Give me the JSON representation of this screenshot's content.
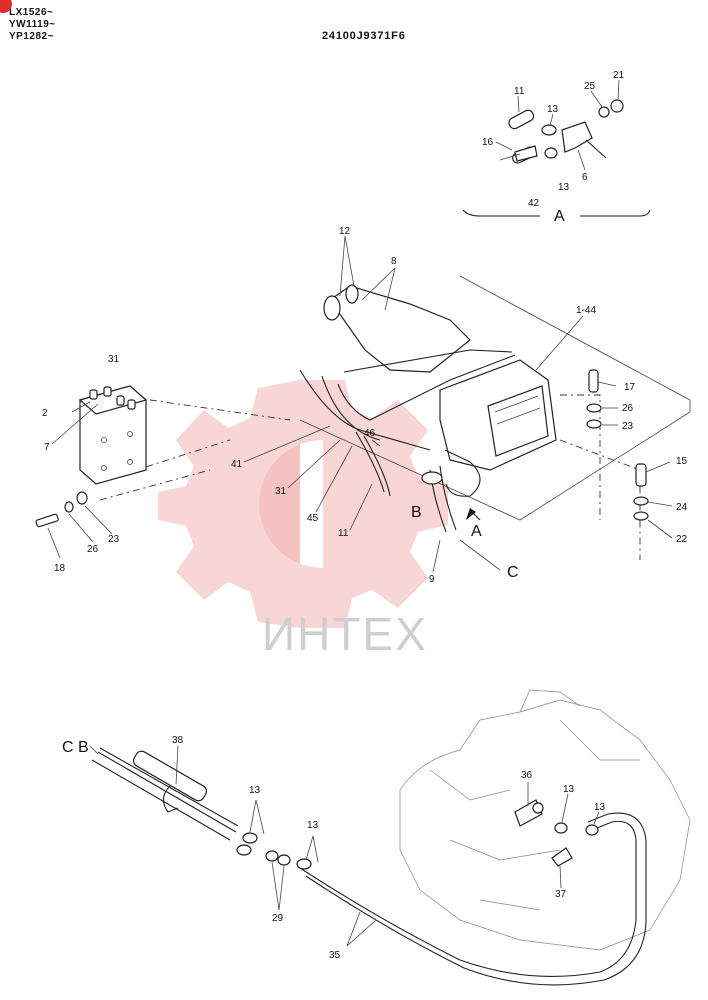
{
  "header": {
    "serial_lines": [
      "LX1526~",
      "YW1119~",
      "YP1282~"
    ],
    "part_code": "24100J9371F6"
  },
  "detail": {
    "title": "A",
    "part_number": "42"
  },
  "view_refs": {
    "b": "B",
    "a": "A",
    "c": "C",
    "cb": "C B"
  },
  "watermark": {
    "text": "ИНТЕХ"
  },
  "callouts": {
    "c11_top": "11",
    "c13_top": "13",
    "c25": "25",
    "c21": "21",
    "c16": "16",
    "c6": "6",
    "c13_detail": "13",
    "c12": "12",
    "c8": "8",
    "c1_44": "1-44",
    "c31_left": "31",
    "c2": "2",
    "c7": "7",
    "c17": "17",
    "c26_right": "26",
    "c23_right": "23",
    "c15": "15",
    "c24": "24",
    "c22": "22",
    "c46": "46",
    "c41": "41",
    "c31_mid": "31",
    "c45": "45",
    "c11_mid": "11",
    "c9": "9",
    "c18": "18",
    "c26_left": "26",
    "c23_left": "23",
    "c38": "38",
    "c36": "36",
    "c13_r1": "13",
    "c13_r2": "13",
    "c13_l1": "13",
    "c13_l2": "13",
    "c37": "37",
    "c29": "29",
    "c35": "35"
  },
  "colors": {
    "watermark_gear": "#f3b5b5",
    "watermark_text": "#cfcfcf",
    "line": "#222222",
    "badge": "#e32b2b"
  }
}
